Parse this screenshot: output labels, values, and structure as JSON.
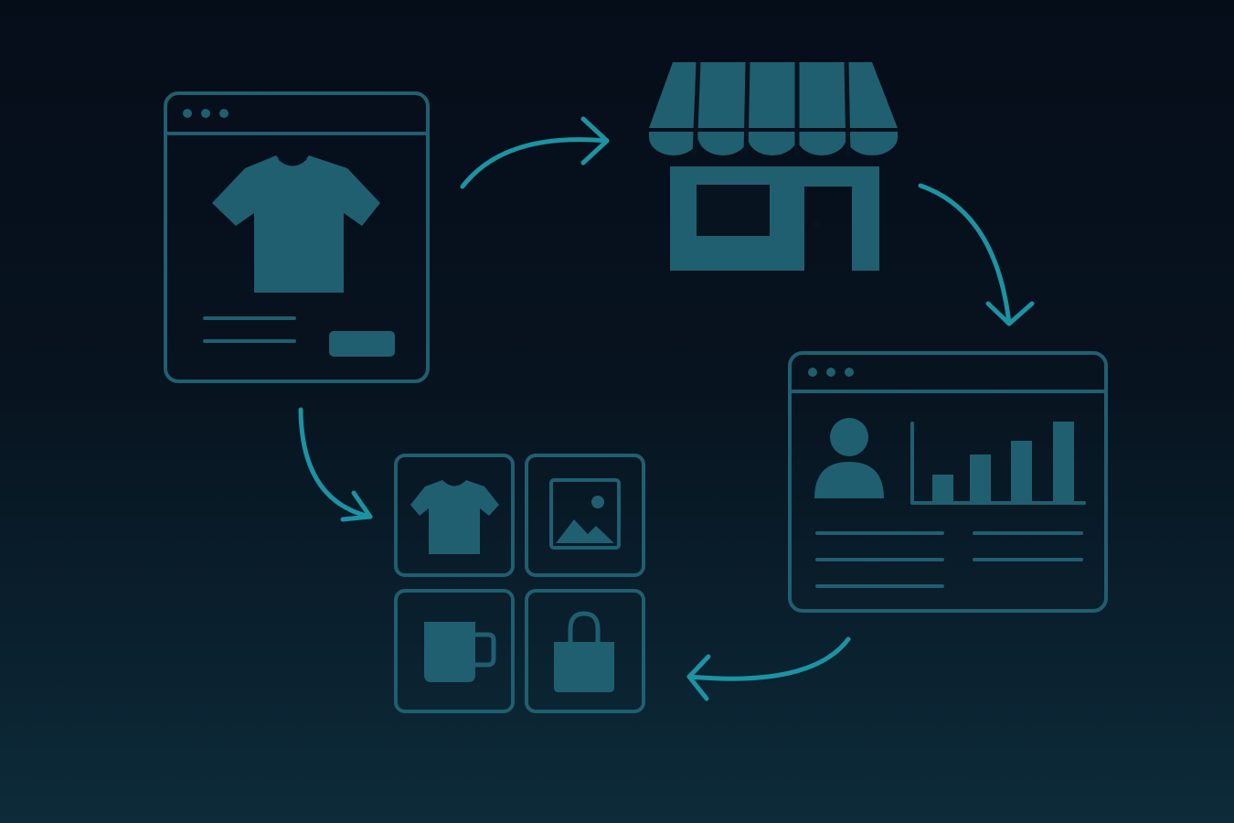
{
  "diagram": {
    "nodes": [
      {
        "id": "product-page",
        "icon": "product-page-tshirt-icon"
      },
      {
        "id": "storefront",
        "icon": "storefront-icon"
      },
      {
        "id": "customer-dashboard",
        "icon": "customer-analytics-window-icon"
      },
      {
        "id": "product-catalog",
        "icon": "product-grid-icon",
        "items": [
          "tshirt-icon",
          "image-icon",
          "mug-icon",
          "shopping-bag-icon"
        ]
      }
    ],
    "edges": [
      {
        "from": "product-page",
        "to": "storefront"
      },
      {
        "from": "storefront",
        "to": "customer-dashboard"
      },
      {
        "from": "customer-dashboard",
        "to": "product-catalog"
      },
      {
        "from": "product-page",
        "to": "product-catalog"
      }
    ],
    "colors": {
      "icon_fill": "#1f5f70",
      "icon_stroke": "#1f5f70",
      "arrow": "#1c93a3",
      "background_top": "#050d19",
      "background_bottom": "#0d2b3a"
    }
  }
}
